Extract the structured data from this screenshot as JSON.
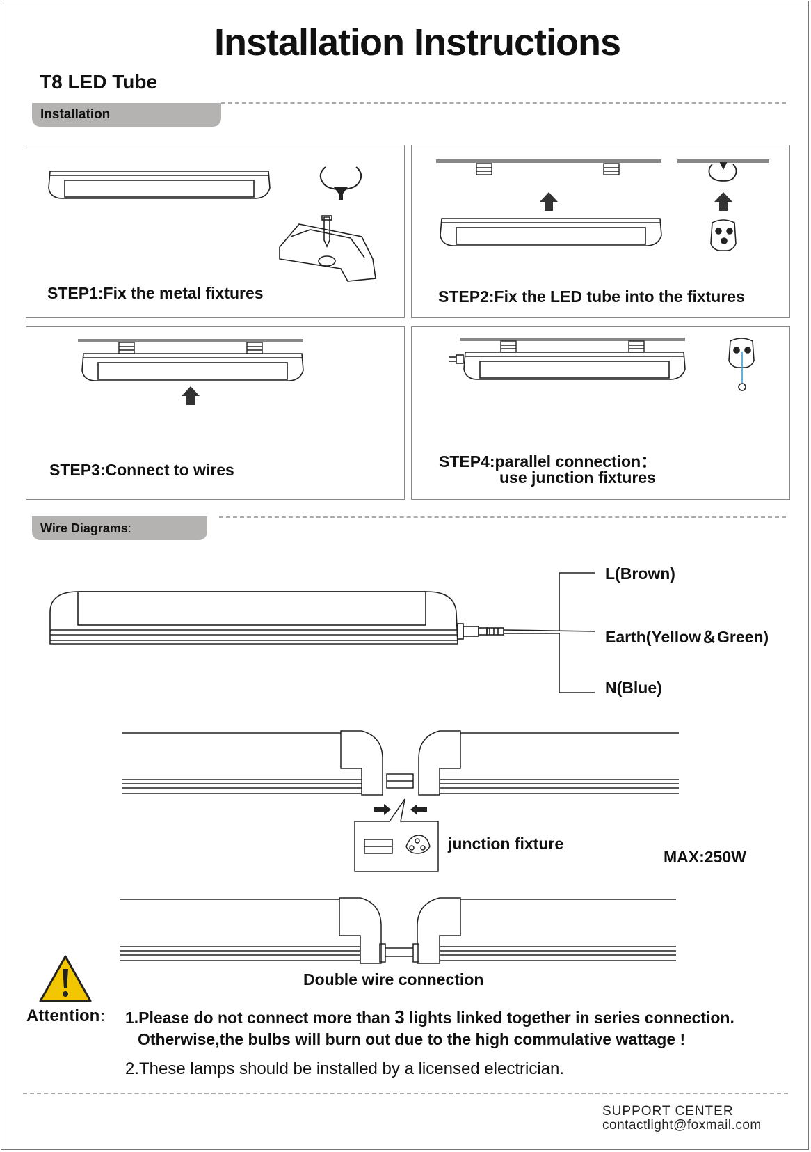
{
  "title": "Installation Instructions",
  "subtitle": "T8 LED Tube",
  "sections": {
    "installation": "Installation",
    "wire_diagrams": "Wire Diagrams",
    "wire_diagrams_colon": ":"
  },
  "steps": [
    {
      "label": "STEP1:Fix the metal fixtures"
    },
    {
      "label": "STEP2:Fix the LED tube into the fixtures"
    },
    {
      "label": "STEP3:Connect to wires"
    },
    {
      "label": "STEP4:parallel connection：",
      "line2": "use junction fixtures"
    }
  ],
  "wires": {
    "live": "L(Brown)",
    "earth": "Earth(Yellow＆Green)",
    "neutral": "N(Blue)"
  },
  "junction": {
    "label": "junction fixture",
    "max": "MAX:250W"
  },
  "double_wire": "Double wire connection",
  "attention": {
    "label": "Attention",
    "colon": "：",
    "note1_a": "1.Please do not connect more than ",
    "note1_num": "3",
    "note1_b": " lights linked together in series connection.",
    "note1_line2": "Otherwise,the bulbs will burn out due to the high commulative wattage !",
    "note2": "2.These lamps should be installed by a licensed electrician."
  },
  "support": {
    "heading": "SUPPORT CENTER",
    "email": "contactlight@foxmail.com"
  },
  "colors": {
    "pill": "#b5b3b1",
    "warning": "#f2c600",
    "wire_blue": "#3aa0d6"
  },
  "icons": [
    "warning-icon",
    "arrow-up-icon",
    "arrow-right-icon",
    "arrow-left-icon",
    "clip-icon",
    "fixture-icon",
    "connector-icon"
  ]
}
